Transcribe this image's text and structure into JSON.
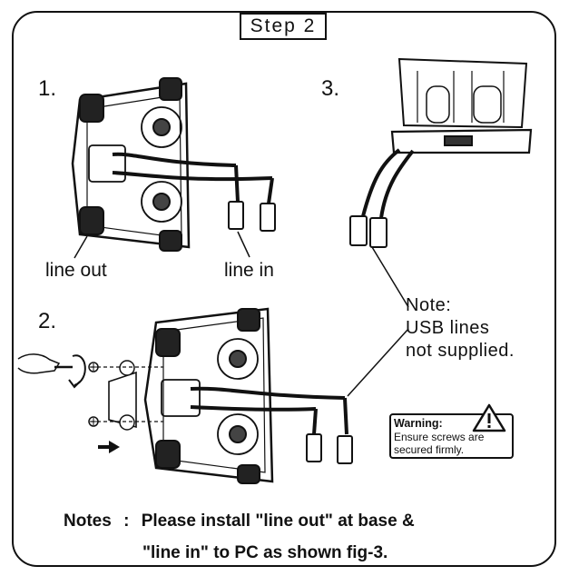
{
  "step_title": "Step 2",
  "fig1": {
    "number": "1.",
    "label_line_out": "line out",
    "label_line_in": "line in"
  },
  "fig2": {
    "number": "2."
  },
  "fig3": {
    "number": "3."
  },
  "note": {
    "line1": "Note:",
    "line2": "USB lines",
    "line3": "not supplied."
  },
  "warning": {
    "title": "Warning:",
    "line1": "Ensure screws are",
    "line2": "secured firmly."
  },
  "notes": {
    "label": "Notes",
    "colon": ":",
    "line1": "Please install \"line out\" at base &",
    "line2": "\"line in\" to PC as shown fig-3."
  }
}
